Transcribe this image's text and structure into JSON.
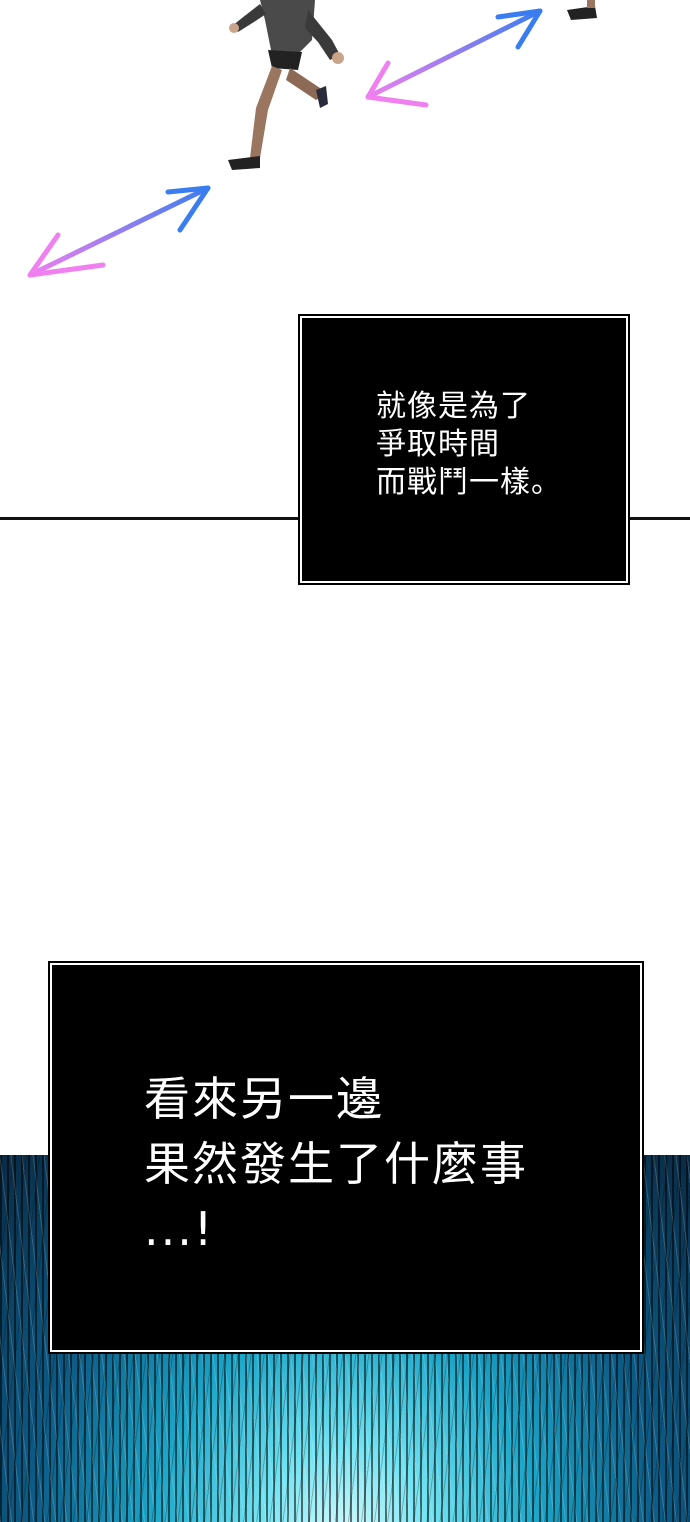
{
  "captions": {
    "box1": {
      "lines": [
        "就像是為了",
        "爭取時間",
        "而戰鬥一樣。"
      ]
    },
    "box2": {
      "lines": [
        "看來另一邊",
        "果然發生了什麼事",
        "...!"
      ]
    }
  },
  "art": {
    "arrows": [
      {
        "name": "blue-pink-double-arrow-lower",
        "colors": [
          "#3a7df0",
          "#f07ff0"
        ]
      },
      {
        "name": "blue-pink-double-arrow-upper",
        "colors": [
          "#3a7df0",
          "#f07ff0"
        ]
      }
    ],
    "speedlines_colors": [
      "#d8fbff",
      "#1aa5c8",
      "#0a2a44"
    ]
  }
}
